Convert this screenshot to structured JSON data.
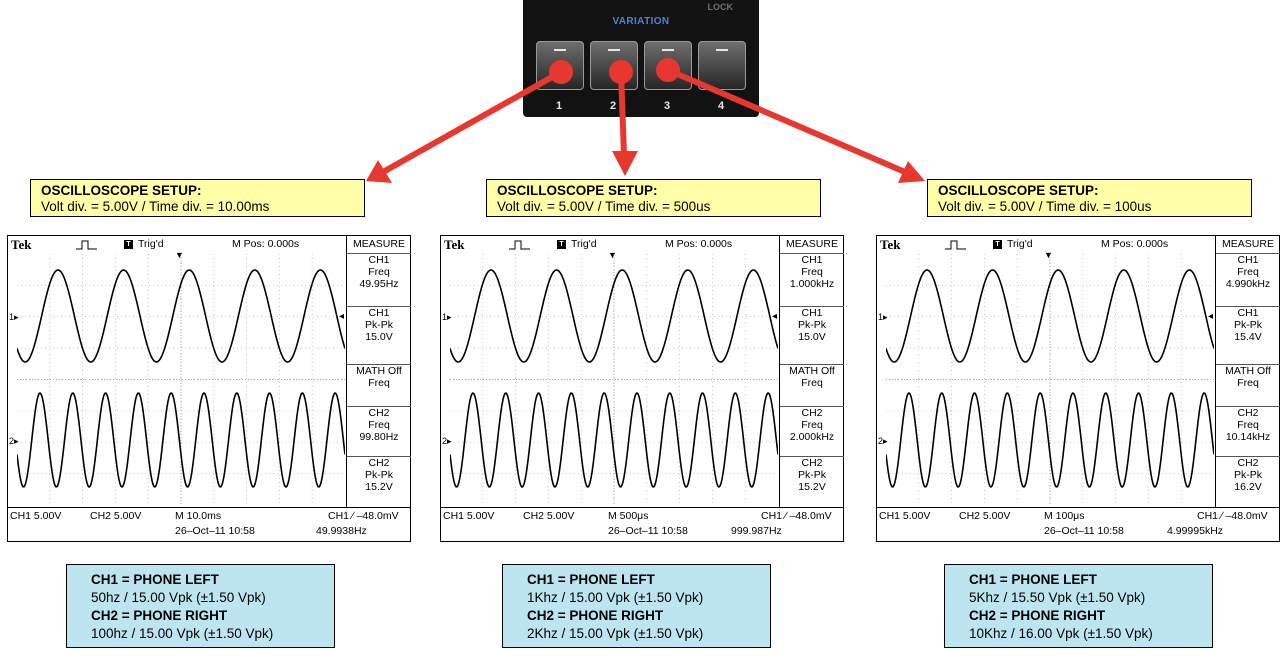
{
  "panel": {
    "label": "VARIATION",
    "lock_label": "LOCK",
    "buttons": [
      "1",
      "2",
      "3",
      "4"
    ]
  },
  "colors": {
    "arrow": "#e8372f",
    "setup_box": "#ffffa8",
    "info_box": "#bde5f0",
    "panel": "#121212"
  },
  "setups": [
    {
      "title": "OSCILLOSCOPE SETUP:",
      "text": "Volt div. = 5.00V  /  Time div. = 10.00ms"
    },
    {
      "title": "OSCILLOSCOPE SETUP:",
      "text": "Volt div. = 5.00V  /  Time div. = 500us"
    },
    {
      "title": "OSCILLOSCOPE SETUP:",
      "text": "Volt div. = 5.00V  /  Time div. = 100us"
    }
  ],
  "scopes": [
    {
      "brand": "Tek",
      "trig": "Trig'd",
      "mpos": "M Pos: 0.000s",
      "side": [
        "MEASURE",
        "CH1",
        "Freq",
        "49.95Hz",
        "CH1",
        "Pk-Pk",
        "15.0V",
        "MATH Off",
        "Freq",
        "CH2",
        "Freq",
        "99.80Hz",
        "CH2",
        "Pk-Pk",
        "15.2V"
      ],
      "bottom": {
        "ch1": "CH1  5.00V",
        "ch2": "CH2  5.00V",
        "timebase": "M 10.0ms",
        "trigger": "CH1 ∕ –48.0mV",
        "date": "26–Oct–11 10:58",
        "counter": "49.9938Hz"
      },
      "ch1_cycles": 5,
      "ch2_cycles": 10
    },
    {
      "brand": "Tek",
      "trig": "Trig'd",
      "mpos": "M Pos: 0.000s",
      "side": [
        "MEASURE",
        "CH1",
        "Freq",
        "1.000kHz",
        "CH1",
        "Pk-Pk",
        "15.0V",
        "MATH Off",
        "Freq",
        "CH2",
        "Freq",
        "2.000kHz",
        "CH2",
        "Pk-Pk",
        "15.2V"
      ],
      "bottom": {
        "ch1": "CH1  5.00V",
        "ch2": "CH2  5.00V",
        "timebase": "M 500μs",
        "trigger": "CH1 ∕ –48.0mV",
        "date": "26–Oct–11 10:58",
        "counter": "999.987Hz"
      },
      "ch1_cycles": 5,
      "ch2_cycles": 10
    },
    {
      "brand": "Tek",
      "trig": "Trig'd",
      "mpos": "M Pos: 0.000s",
      "side": [
        "MEASURE",
        "CH1",
        "Freq",
        "4.990kHz",
        "CH1",
        "Pk-Pk",
        "15.4V",
        "MATH Off",
        "Freq",
        "CH2",
        "Freq",
        "10.14kHz",
        "CH2",
        "Pk-Pk",
        "16.2V"
      ],
      "bottom": {
        "ch1": "CH1  5.00V",
        "ch2": "CH2  5.00V",
        "timebase": "M 100μs",
        "trigger": "CH1 ∕ –48.0mV",
        "date": "26–Oct–11 10:58",
        "counter": "4.99995kHz"
      },
      "ch1_cycles": 5,
      "ch2_cycles": 10
    }
  ],
  "infos": [
    {
      "ch1_title": "CH1 = PHONE LEFT",
      "ch1_text": "50hz / 15.00 Vpk (±1.50 Vpk)",
      "ch2_title": "CH2 = PHONE RIGHT",
      "ch2_text": "100hz / 15.00 Vpk (±1.50 Vpk)"
    },
    {
      "ch1_title": "CH1 = PHONE LEFT",
      "ch1_text": "1Khz / 15.00 Vpk (±1.50 Vpk)",
      "ch2_title": "CH2 = PHONE RIGHT",
      "ch2_text": "2Khz / 15.00 Vpk (±1.50 Vpk)"
    },
    {
      "ch1_title": "CH1 = PHONE LEFT",
      "ch1_text": "5Khz / 15.50 Vpk (±1.50 Vpk)",
      "ch2_title": "CH2 = PHONE RIGHT",
      "ch2_text": "10Khz / 16.00 Vpk (±1.50 Vpk)"
    }
  ]
}
